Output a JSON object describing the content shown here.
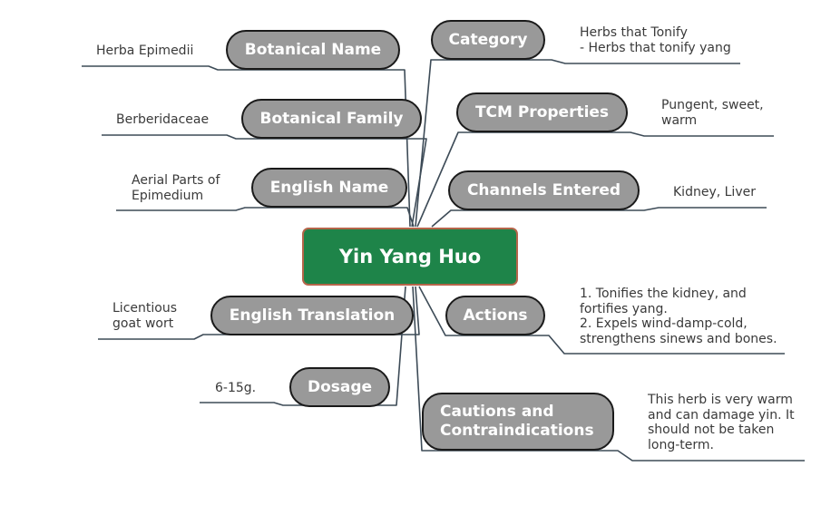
{
  "center": {
    "label": "Yin Yang Huo"
  },
  "branches": [
    {
      "id": "botanical-name",
      "label": "Botanical Name",
      "note": "Herba Epimedii"
    },
    {
      "id": "botanical-family",
      "label": "Botanical Family",
      "note": "Berberidaceae"
    },
    {
      "id": "english-name",
      "label": "English Name",
      "note": "Aerial Parts of\nEpimedium"
    },
    {
      "id": "english-translation",
      "label": "English Translation",
      "note": "Licentious\ngoat wort"
    },
    {
      "id": "dosage",
      "label": "Dosage",
      "note": "6-15g."
    },
    {
      "id": "category",
      "label": "Category",
      "note": "Herbs that Tonify\n- Herbs that tonify yang"
    },
    {
      "id": "tcm-properties",
      "label": "TCM Properties",
      "note": "Pungent, sweet,\nwarm"
    },
    {
      "id": "channels-entered",
      "label": "Channels Entered",
      "note": "Kidney, Liver"
    },
    {
      "id": "actions",
      "label": "Actions",
      "note": "1. Tonifies the kidney, and\nfortifies yang.\n2. Expels wind-damp-cold,\nstrengthens sinews and bones."
    },
    {
      "id": "cautions",
      "label": "Cautions and\nContraindications",
      "note": "This herb is very warm\nand can damage yin. It\nshould not be taken\nlong-term."
    }
  ],
  "colors": {
    "center_fill": "#1e8449",
    "center_border": "#b5654a",
    "node_fill": "#999999",
    "node_border": "#1a1a1a",
    "connector": "#3d4b57",
    "note_text": "#3a3a3a"
  }
}
